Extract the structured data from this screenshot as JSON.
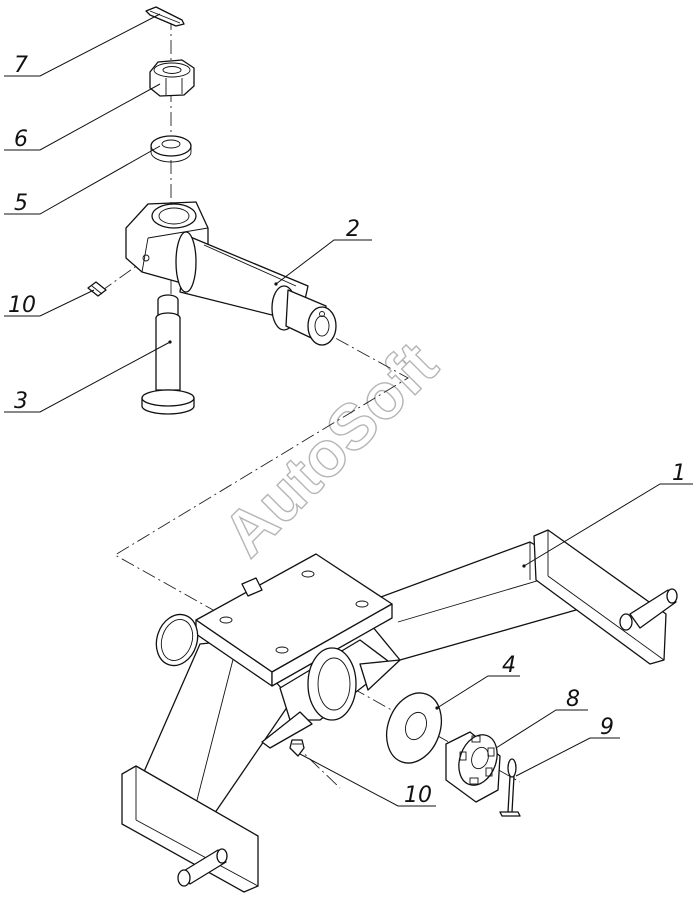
{
  "watermark": "AutoSoft",
  "callouts": {
    "c1": "1",
    "c2": "2",
    "c3": "3",
    "c4": "4",
    "c5": "5",
    "c6": "6",
    "c7": "7",
    "c8": "8",
    "c9": "9",
    "c10a": "10",
    "c10b": "10"
  }
}
